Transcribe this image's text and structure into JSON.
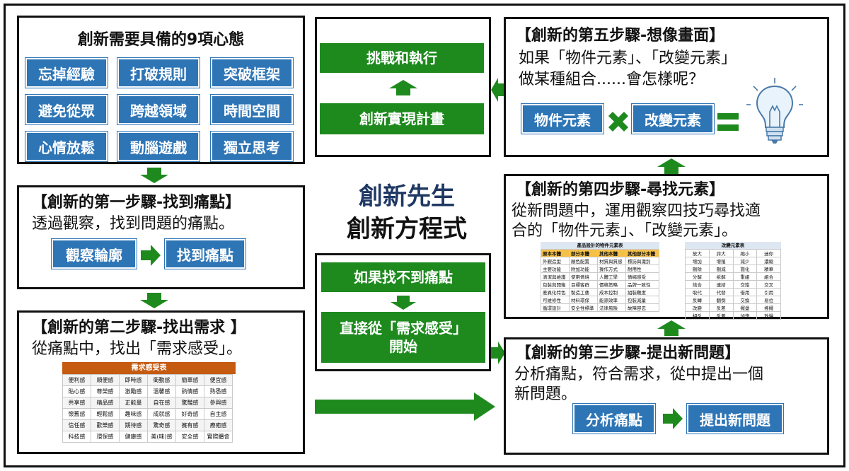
{
  "center": {
    "title1": "創新先生",
    "title2": "創新方程式"
  },
  "mindset": {
    "title": "創新需要具備的9項心態",
    "items": [
      "忘掉經驗",
      "打破規則",
      "突破框架",
      "避免從眾",
      "跨越領域",
      "時間空間",
      "心情放鬆",
      "動腦遊戲",
      "獨立思考"
    ]
  },
  "step1": {
    "title": "【創新的第一步驟-找到痛點】",
    "desc": "透過觀察，找到問題的痛點。",
    "btn1": "觀察輪廓",
    "btn2": "找到痛點"
  },
  "step2": {
    "title": "【創新的第二步驟-找出需求 】",
    "desc": "從痛點中，找出「需求感受」。",
    "table_title": "需求感受表",
    "table_rows": [
      [
        "便利感",
        "順便感",
        "即時感",
        "衛動感",
        "簡單感",
        "便宜感"
      ],
      [
        "貼心感",
        "尊榮感",
        "激勵感",
        "溫馨感",
        "熱情感",
        "熟悉感"
      ],
      [
        "共享感",
        "精品感",
        "正能量",
        "自在感",
        "驚豔感",
        "參與感"
      ],
      [
        "懷舊感",
        "輕鬆感",
        "趣味感",
        "成就感",
        "好奇感",
        "自主感"
      ],
      [
        "信任感",
        "歡樂感",
        "期待感",
        "驚奇感",
        "擁有感",
        "療癒感"
      ],
      [
        "科技感",
        "環保感",
        "健康感",
        "美(味)感",
        "安全感",
        "實際體會"
      ]
    ]
  },
  "goal": {
    "btn_top": "挑戰和執行",
    "btn_bottom": "創新實現計畫"
  },
  "alt": {
    "btn_top": "如果找不到痛點",
    "btn_bottom": "直接從「需求感受」開始"
  },
  "step5": {
    "title": "【創新的第五步驟-想像畫面】",
    "line1": "如果「物件元素」、「改變元素」",
    "line2": "做某種組合......會怎樣呢？",
    "btn1": "物件元素",
    "btn2": "改變元素",
    "bulb_icon": "lightbulb-icon"
  },
  "step4": {
    "title": "【創新的第四步驟-尋找元素】",
    "line1": "從新問題中，運用觀察四技巧尋找適",
    "line2": "合的「物件元素」、「改變元素」。",
    "obj_table_title": "產品設計的物件元素表",
    "obj_table_header": [
      "原本本體",
      "部分本體",
      "其他本體",
      "其他部分本體"
    ],
    "obj_table_rows": [
      [
        "外觀造型",
        "顏色配置",
        "材質與質感",
        "標誌與識別"
      ],
      [
        "主要功能",
        "附加功能",
        "操作方式",
        "耐用性"
      ],
      [
        "清潔與維護",
        "使用情境",
        "人體工學",
        "情緒感受"
      ],
      [
        "包裝與開箱",
        "目標客群",
        "價格策略",
        "品牌一致性"
      ],
      [
        "差異化特色",
        "製造工藝",
        "成本控制",
        "組裝難度"
      ],
      [
        "可維修性",
        "材料環保",
        "能源效率",
        "包裝減量"
      ],
      [
        "循環設計",
        "安全性標準",
        "法律風險",
        "故障容忍"
      ]
    ],
    "chg_table_title": "改變元素表",
    "chg_table_rows": [
      [
        "放大",
        "誇大",
        "縮小",
        "迷你"
      ],
      [
        "增加",
        "增殖",
        "減少",
        "濃縮"
      ],
      [
        "刪除",
        "刪減",
        "簡化",
        "精華"
      ],
      [
        "分解",
        "拆解",
        "重組",
        "組合"
      ],
      [
        "結合",
        "連結",
        "交錯",
        "交叉"
      ],
      [
        "取代",
        "代替",
        "借用",
        "引用"
      ],
      [
        "反轉",
        "翻倒",
        "交換",
        "易位"
      ],
      [
        "改變",
        "反差",
        "擺盪",
        "搖擺"
      ],
      [
        "相反",
        "反差",
        "加快",
        "放慢"
      ]
    ]
  },
  "step3": {
    "title": "【創新的第三步驟-提出新問題】",
    "line1": "分析痛點，符合需求，從中提出一個",
    "line2": "新問題。",
    "btn1": "分析痛點",
    "btn2": "提出新問題"
  },
  "colors": {
    "green": "#1e8a1e",
    "blue": "#2e75b6",
    "orange": "#c55a11",
    "navy": "#1f3864"
  }
}
